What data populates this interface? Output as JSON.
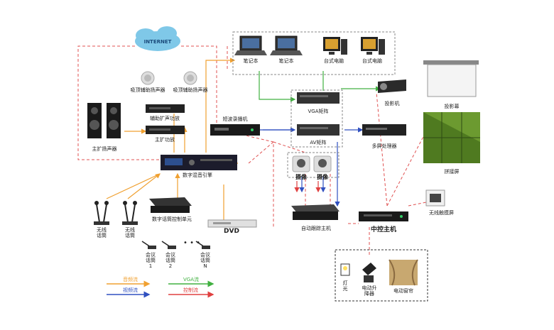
{
  "labels": {
    "internet": "INTERNET",
    "laptop1": "笔记本",
    "laptop2": "笔记本",
    "desktop1": "台式电脑",
    "desktop2": "台式电脑",
    "speaker_a": "吸顶辅助扬声器",
    "speaker_b": "吸顶辅助扬声器",
    "aux_amp": "辅助扩声功放",
    "main_amp": "主扩功放",
    "main_speaker": "主扩扬声器",
    "recorder": "短波录播机",
    "vga_matrix": "VGA矩阵",
    "av_matrix": "AV矩阵",
    "projector": "投影机",
    "screen": "投影幕",
    "multi_proc": "多屏处理器",
    "splice_screen": "拼接屏",
    "dsp": "数字混音引擎",
    "camera1": "摄像",
    "camera2": "摄像",
    "wireless_touch": "无线触摸屏",
    "wireless_mic1": "无线话筒",
    "wireless_mic2": "无线话筒",
    "conf_ctrl": "数字话筒控制单元",
    "dvd": "DVD",
    "tracking_host": "自动跟踪主机",
    "central_ctrl": "中控主机",
    "conf_mic1": "会议话筒1",
    "conf_mic2": "会议话筒2",
    "conf_micn": "会议话筒N",
    "lamp": "灯光",
    "lift": "电动升降器",
    "curtain": "电动窗帘"
  },
  "legend": [
    {
      "text": "音频流",
      "color": "#f0a030"
    },
    {
      "text": "VGA流",
      "color": "#40b040"
    },
    {
      "text": "视频流",
      "color": "#3050c0"
    },
    {
      "text": "控制流",
      "color": "#e04040"
    }
  ],
  "colors": {
    "audio": "#f0a030",
    "vga": "#40b040",
    "video": "#3050c0",
    "control": "#e04040",
    "network_dash": "#e05050",
    "cloud": "#7fc8e8"
  }
}
